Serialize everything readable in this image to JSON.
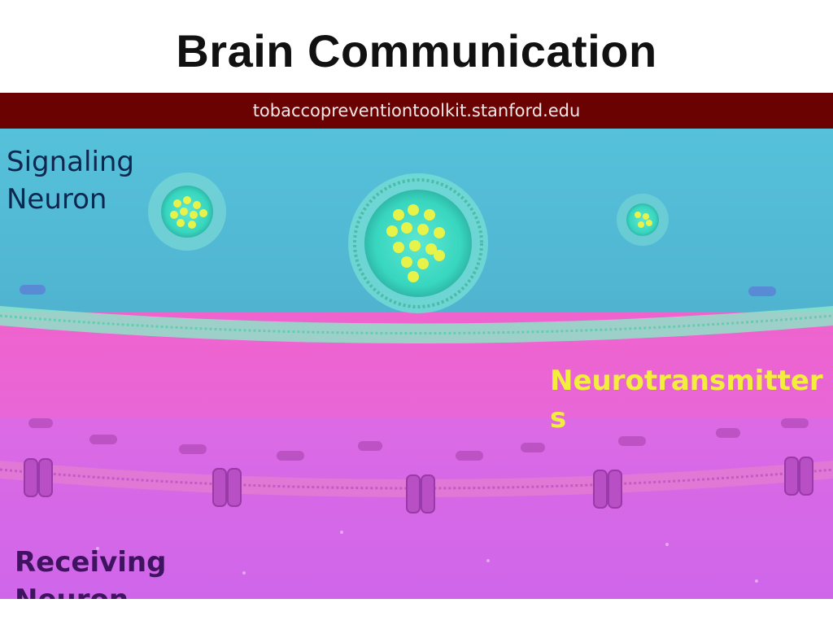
{
  "slide": {
    "title": "Brain Communication",
    "banner_text": "tobaccopreventiontoolkit.stanford.edu",
    "labels": {
      "signaling": "Signaling Neuron",
      "neurotransmitters": "Neurotransmitters",
      "receiving": "Receiving Neuron"
    }
  },
  "colors": {
    "banner": "#6b0202",
    "signaling_top": "#5cc2d8",
    "synapse": "#ee68cf",
    "receiving": "#d56ae8",
    "vesicle_core": "#e2f04a"
  }
}
